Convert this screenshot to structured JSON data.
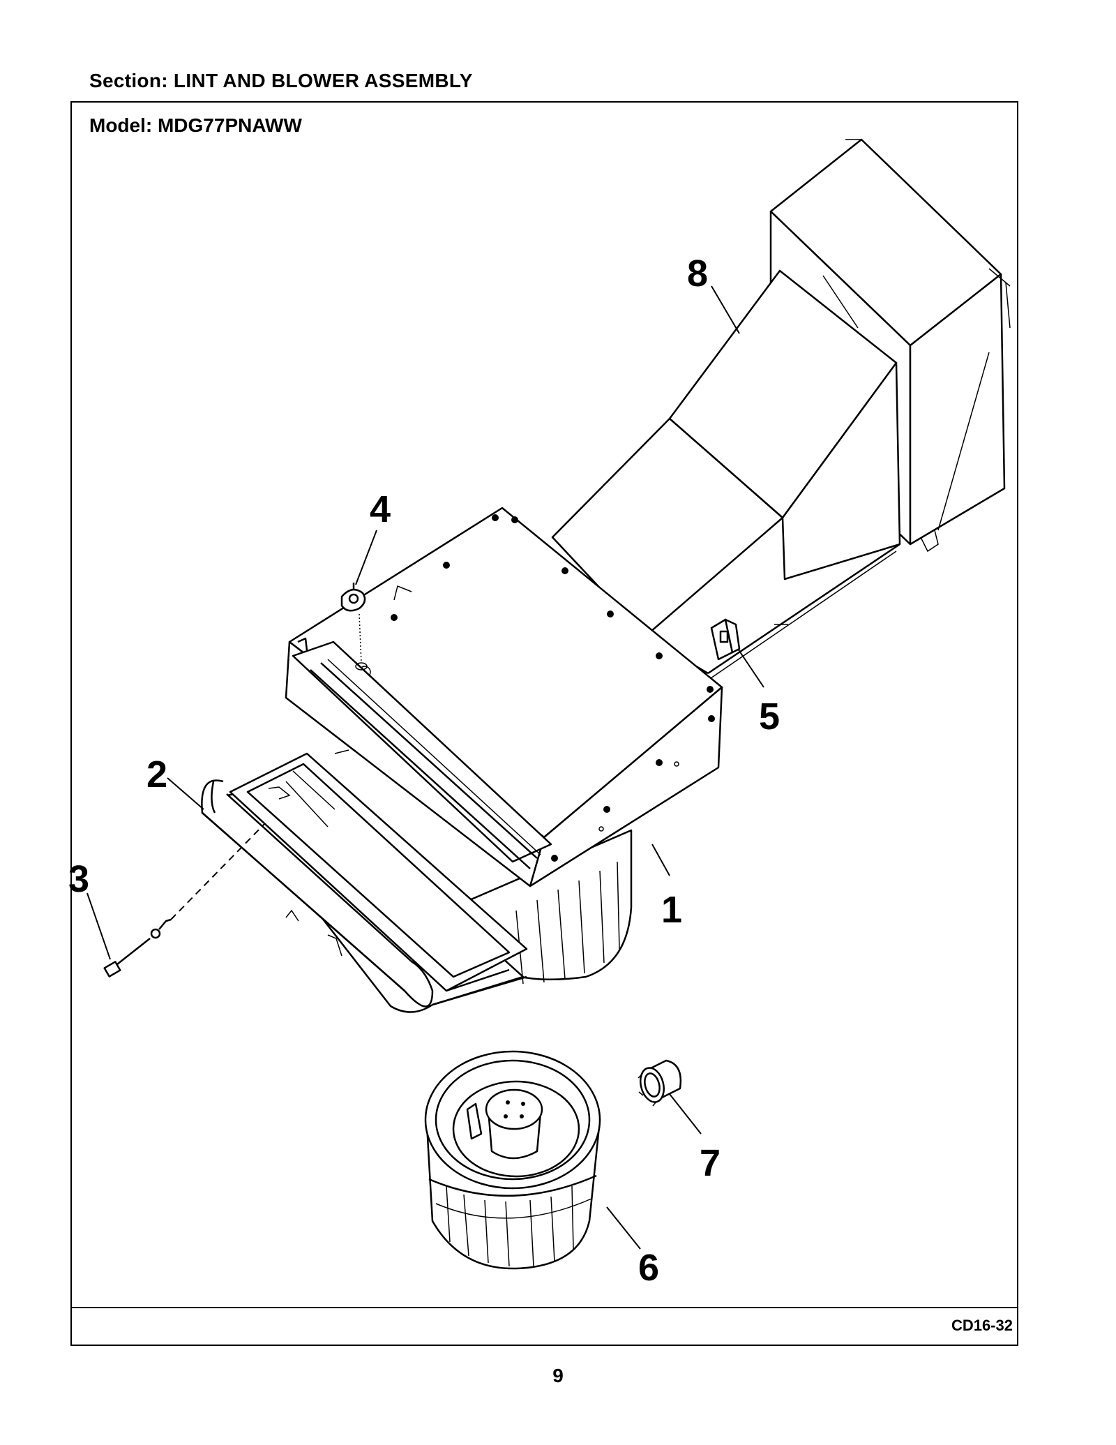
{
  "header": {
    "section_label": "Section:  LINT AND BLOWER ASSEMBLY",
    "model_label": "Model:  MDG77PNAWW"
  },
  "footer": {
    "drawing_code": "CD16-32",
    "page_number": "9"
  },
  "callouts": {
    "c1": "1",
    "c2": "2",
    "c3": "3",
    "c4": "4",
    "c5": "5",
    "c6": "6",
    "c7": "7",
    "c8": "8"
  }
}
